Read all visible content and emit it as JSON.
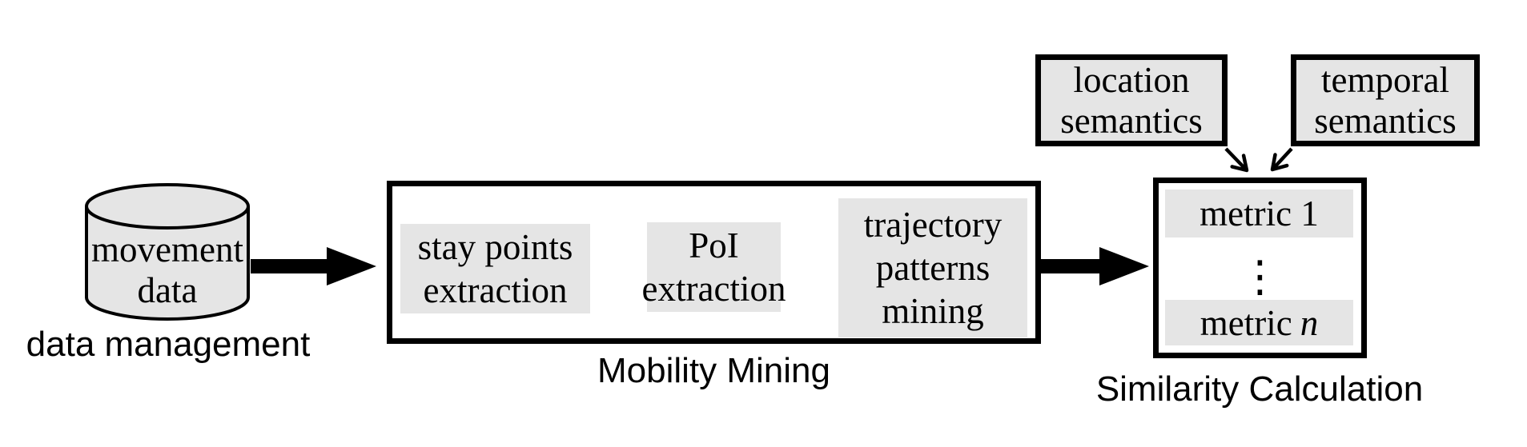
{
  "colors": {
    "box_fill": "#e5e5e5",
    "ink": "#000000",
    "background": "#ffffff"
  },
  "data_management": {
    "db_lines": [
      "movement",
      "data"
    ],
    "caption": "data management"
  },
  "mobility_mining": {
    "caption": "Mobility Mining",
    "steps": [
      {
        "lines": [
          "stay points",
          "extraction"
        ]
      },
      {
        "lines": [
          "PoI",
          "extraction"
        ]
      },
      {
        "lines": [
          "trajectory",
          "patterns",
          "mining"
        ]
      }
    ]
  },
  "similarity_calculation": {
    "caption": "Similarity Calculation",
    "metric_first": "metric 1",
    "metric_last_prefix": "metric",
    "metric_last_var": "n",
    "ellipsis": "⋮"
  },
  "semantics_inputs": [
    {
      "lines": [
        "location",
        "semantics"
      ]
    },
    {
      "lines": [
        "temporal",
        "semantics"
      ]
    }
  ]
}
